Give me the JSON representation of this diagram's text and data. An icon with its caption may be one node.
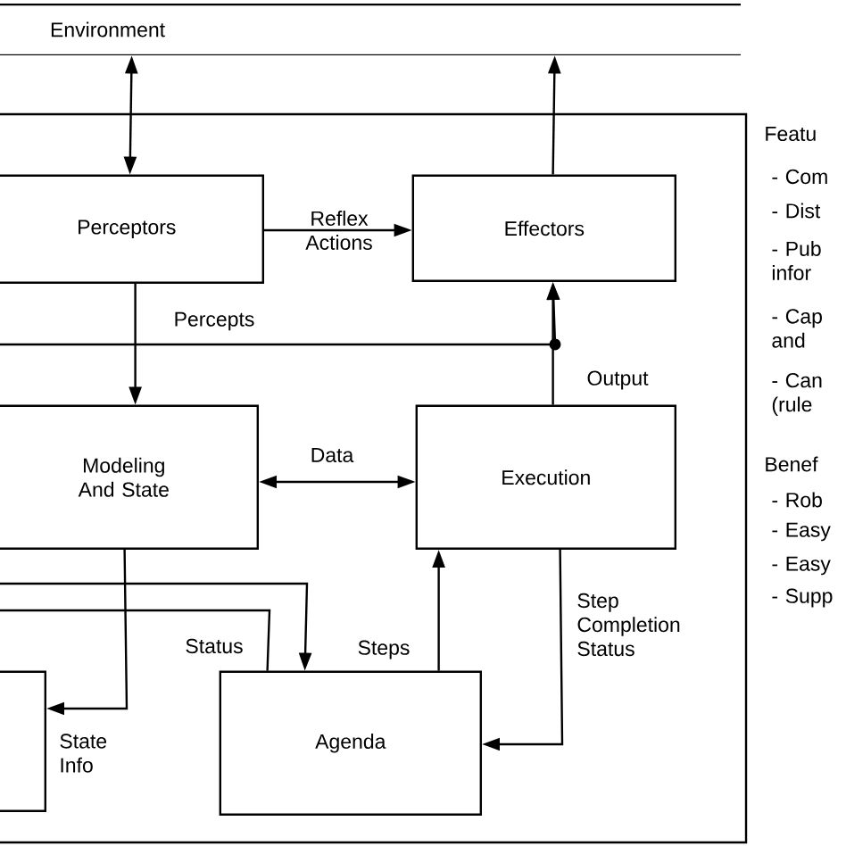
{
  "diagram": {
    "nodes": [
      {
        "text": [
          "Environment"
        ]
      },
      {
        "text": [],
        "shape": "box"
      },
      {
        "text": [
          "Perceptors"
        ],
        "in": 1
      },
      {
        "text": [
          "Effectors"
        ],
        "in": 1
      },
      {
        "text": [
          "Modeling And State"
        ],
        "in": 1
      },
      {
        "text": [
          "Execution"
        ],
        "in": 1
      },
      {
        "text": [],
        "shape": "box",
        "in": 1
      },
      {
        "text": [
          "Agenda"
        ],
        "in": 1
      }
    ],
    "edges": [
      {
        "from": 0,
        "to": 2,
        "arrow": "both"
      },
      {
        "from": 3,
        "to": 0,
        "arrow": "to"
      },
      {
        "from": 2,
        "to": 3,
        "arrow": "to",
        "label": "Reflex Actions"
      },
      {
        "from": 2,
        "to": 4,
        "arrow": "to",
        "label": "Percepts"
      },
      {
        "from": null,
        "to": 3,
        "arrow": "to"
      },
      {
        "from": 5,
        "to": 3,
        "arrow": "to",
        "label": "Output"
      },
      {
        "from": 4,
        "to": 5,
        "arrow": "both",
        "label": "Data"
      },
      {
        "from": 4,
        "to": 6,
        "arrow": "to",
        "label": "State Info"
      },
      {
        "from": 7,
        "to": 5,
        "arrow": "to",
        "label": "Steps"
      },
      {
        "from": 5,
        "to": 7,
        "arrow": "to",
        "label": "Step Completion Status"
      },
      {
        "from": null,
        "to": 7,
        "arrow": "to"
      },
      {
        "from": null,
        "to": 7,
        "arrow": "none",
        "label": "Status"
      }
    ],
    "labels": [
      "Featu",
      "- Com",
      "- Dist",
      "- Pub infor",
      "- Cap and",
      "- Can (rule",
      "Benef",
      "- Rob",
      "- Easy",
      "- Easy",
      "- Supp"
    ]
  }
}
